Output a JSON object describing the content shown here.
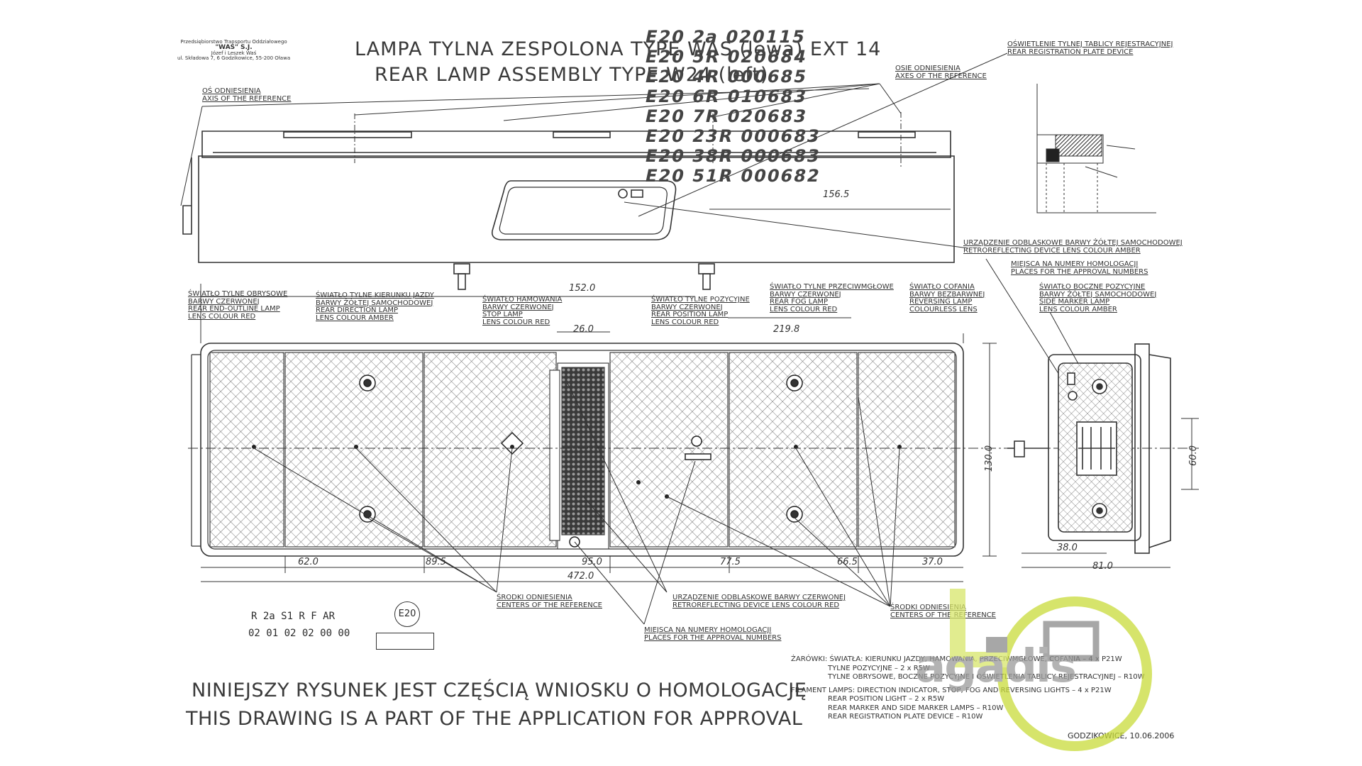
{
  "header": {
    "maker_lines": [
      "Przedsiębiorstwo Transportu Oddziałowego",
      "\"WAŚ\" S.J.",
      "Józef i Leszek Waś",
      "ul. Składowa 7, 6 Godzikowice, 55-200 Oława"
    ],
    "title_pl": "LAMPA TYLNA ZESPOLONA TYPE WAS (lewa) EXT 14",
    "title_en": "REAR LAMP ASSEMBLY TYPE W24 (left)"
  },
  "approvals": [
    "E20 2a 020115",
    "E20 5R 020684",
    "E20 4R 000685",
    "E20 6R 010683",
    "E20 7R 020683",
    "E20 23R 000683",
    "E20 38R 000683",
    "E20 51R 000682"
  ],
  "labels": {
    "axis_ref_left": [
      "OŚ ODNIESIENIA",
      "AXIS OF THE REFERENCE"
    ],
    "axes_ref": [
      "OSIE ODNIESIENIA",
      "AXES OF THE REFERENCE"
    ],
    "plate_device": [
      "OŚWIETLENIE TYLNEJ TABLICY REJESTRACYJNEJ",
      "REAR REGISTRATION PLATE DEVICE"
    ],
    "retro_amber": [
      "URZĄDZENIE ODBLASKOWE BARWY ŻÓŁTEJ SAMOCHODOWEJ",
      "RETROREFLECTING DEVICE LENS COLOUR AMBER"
    ],
    "approval_places_top": [
      "MIEJSCA NA NUMERY HOMOLOGACJI",
      "PLACES FOR THE APPROVAL NUMBERS"
    ],
    "side_marker": [
      "ŚWIATŁO BOCZNE POZYCYJNE",
      "BARWY ŻÓŁTEJ SAMOCHODOWEJ",
      "SIDE MARKER LAMP",
      "LENS COLOUR AMBER"
    ],
    "end_outline": [
      "ŚWIATŁO TYLNE OBRYSOWE",
      "BARWY CZERWONEJ",
      "REAR END-OUTLINE LAMP",
      "LENS COLOUR RED"
    ],
    "direction": [
      "ŚWIATŁO TYLNE KIERUNKU JAZDY",
      "BARWY ŻÓŁTEJ SAMOCHODOWEJ",
      "REAR DIRECTION LAMP",
      "LENS COLOUR AMBER"
    ],
    "stop": [
      "ŚWIATŁO HAMOWANIA",
      "BARWY CZERWONEJ",
      "STOP LAMP",
      "LENS COLOUR RED"
    ],
    "position": [
      "ŚWIATŁO TYLNE POZYCYJNE",
      "BARWY CZERWONEJ",
      "REAR POSITION LAMP",
      "LENS COLOUR RED"
    ],
    "fog": [
      "ŚWIATŁO TYLNE PRZECIWMGŁOWE",
      "BARWY CZERWONEJ",
      "REAR FOG LAMP",
      "LENS COLOUR RED"
    ],
    "reversing": [
      "ŚWIATŁO COFANIA",
      "BARWY BEZBARWNEJ",
      "REVERSING LAMP",
      "COLOURLESS LENS"
    ],
    "centers_left": [
      "ŚRODKI ODNIESIENIA",
      "CENTERS OF THE REFERENCE"
    ],
    "retro_red": [
      "URZĄDZENIE ODBLASKOWE BARWY CZERWONEJ",
      "RETROREFLECTING DEVICE LENS COLOUR RED"
    ],
    "approval_places_bottom": [
      "MIEJSCA NA NUMERY HOMOLOGACJI",
      "PLACES FOR THE APPROVAL NUMBERS"
    ],
    "centers_right": [
      "ŚRODKI ODNIESIENIA",
      "CENTERS OF THE REFERENCE"
    ]
  },
  "dimensions": {
    "d156": "156.5",
    "d152": "152.0",
    "d26": "26.0",
    "d219": "219.8",
    "d62": "62.0",
    "d895": "89.5",
    "d95": "95.0",
    "d775": "77.5",
    "d665": "66.5",
    "d37": "37.0",
    "d472": "472.0",
    "d130": "130.0",
    "d60": "60.0",
    "d38": "38.0",
    "d81": "81.0"
  },
  "markings": {
    "codes_top": "R  2a  S1  R  F AR",
    "codes_bottom": "02  01  02  02 00 00",
    "e_mark": "E20"
  },
  "footer": {
    "pl": "NINIEJSZY RYSUNEK JEST CZĘŚCIĄ WNIOSKU O HOMOLOGACJĘ",
    "en": "THIS DRAWING IS A PART OF THE APPLICATION FOR APPROVAL",
    "bulbs": [
      "ŻARÓWKI: ŚWIATŁA: KIERUNKU JAZDY, HAMOWANIA, PRZECIWMGŁOWE, COFANIA – 4 x P21W",
      "TYLNE POZYCYJNE – 2 x R5W",
      "TYLNE OBRYSOWE, BOCZNE POZYCYJNE I OŚWIETLENIA TABLICY REJESTRACYJNEJ – R10W",
      "FILAMENT LAMPS: DIRECTION INDICATOR, STOP, FOG AND REVERSING LIGHTS – 4 x P21W",
      "REAR POSITION LIGHT – 2 x R5W",
      "REAR MARKER AND SIDE MARKER LAMPS – R10W",
      "REAR REGISTRATION PLATE DEVICE – R10W"
    ],
    "place_date": "GODZIKOWICE, 10.06.2006"
  },
  "watermark": {
    "text": "agadis",
    "color": "#c9dc3a"
  }
}
